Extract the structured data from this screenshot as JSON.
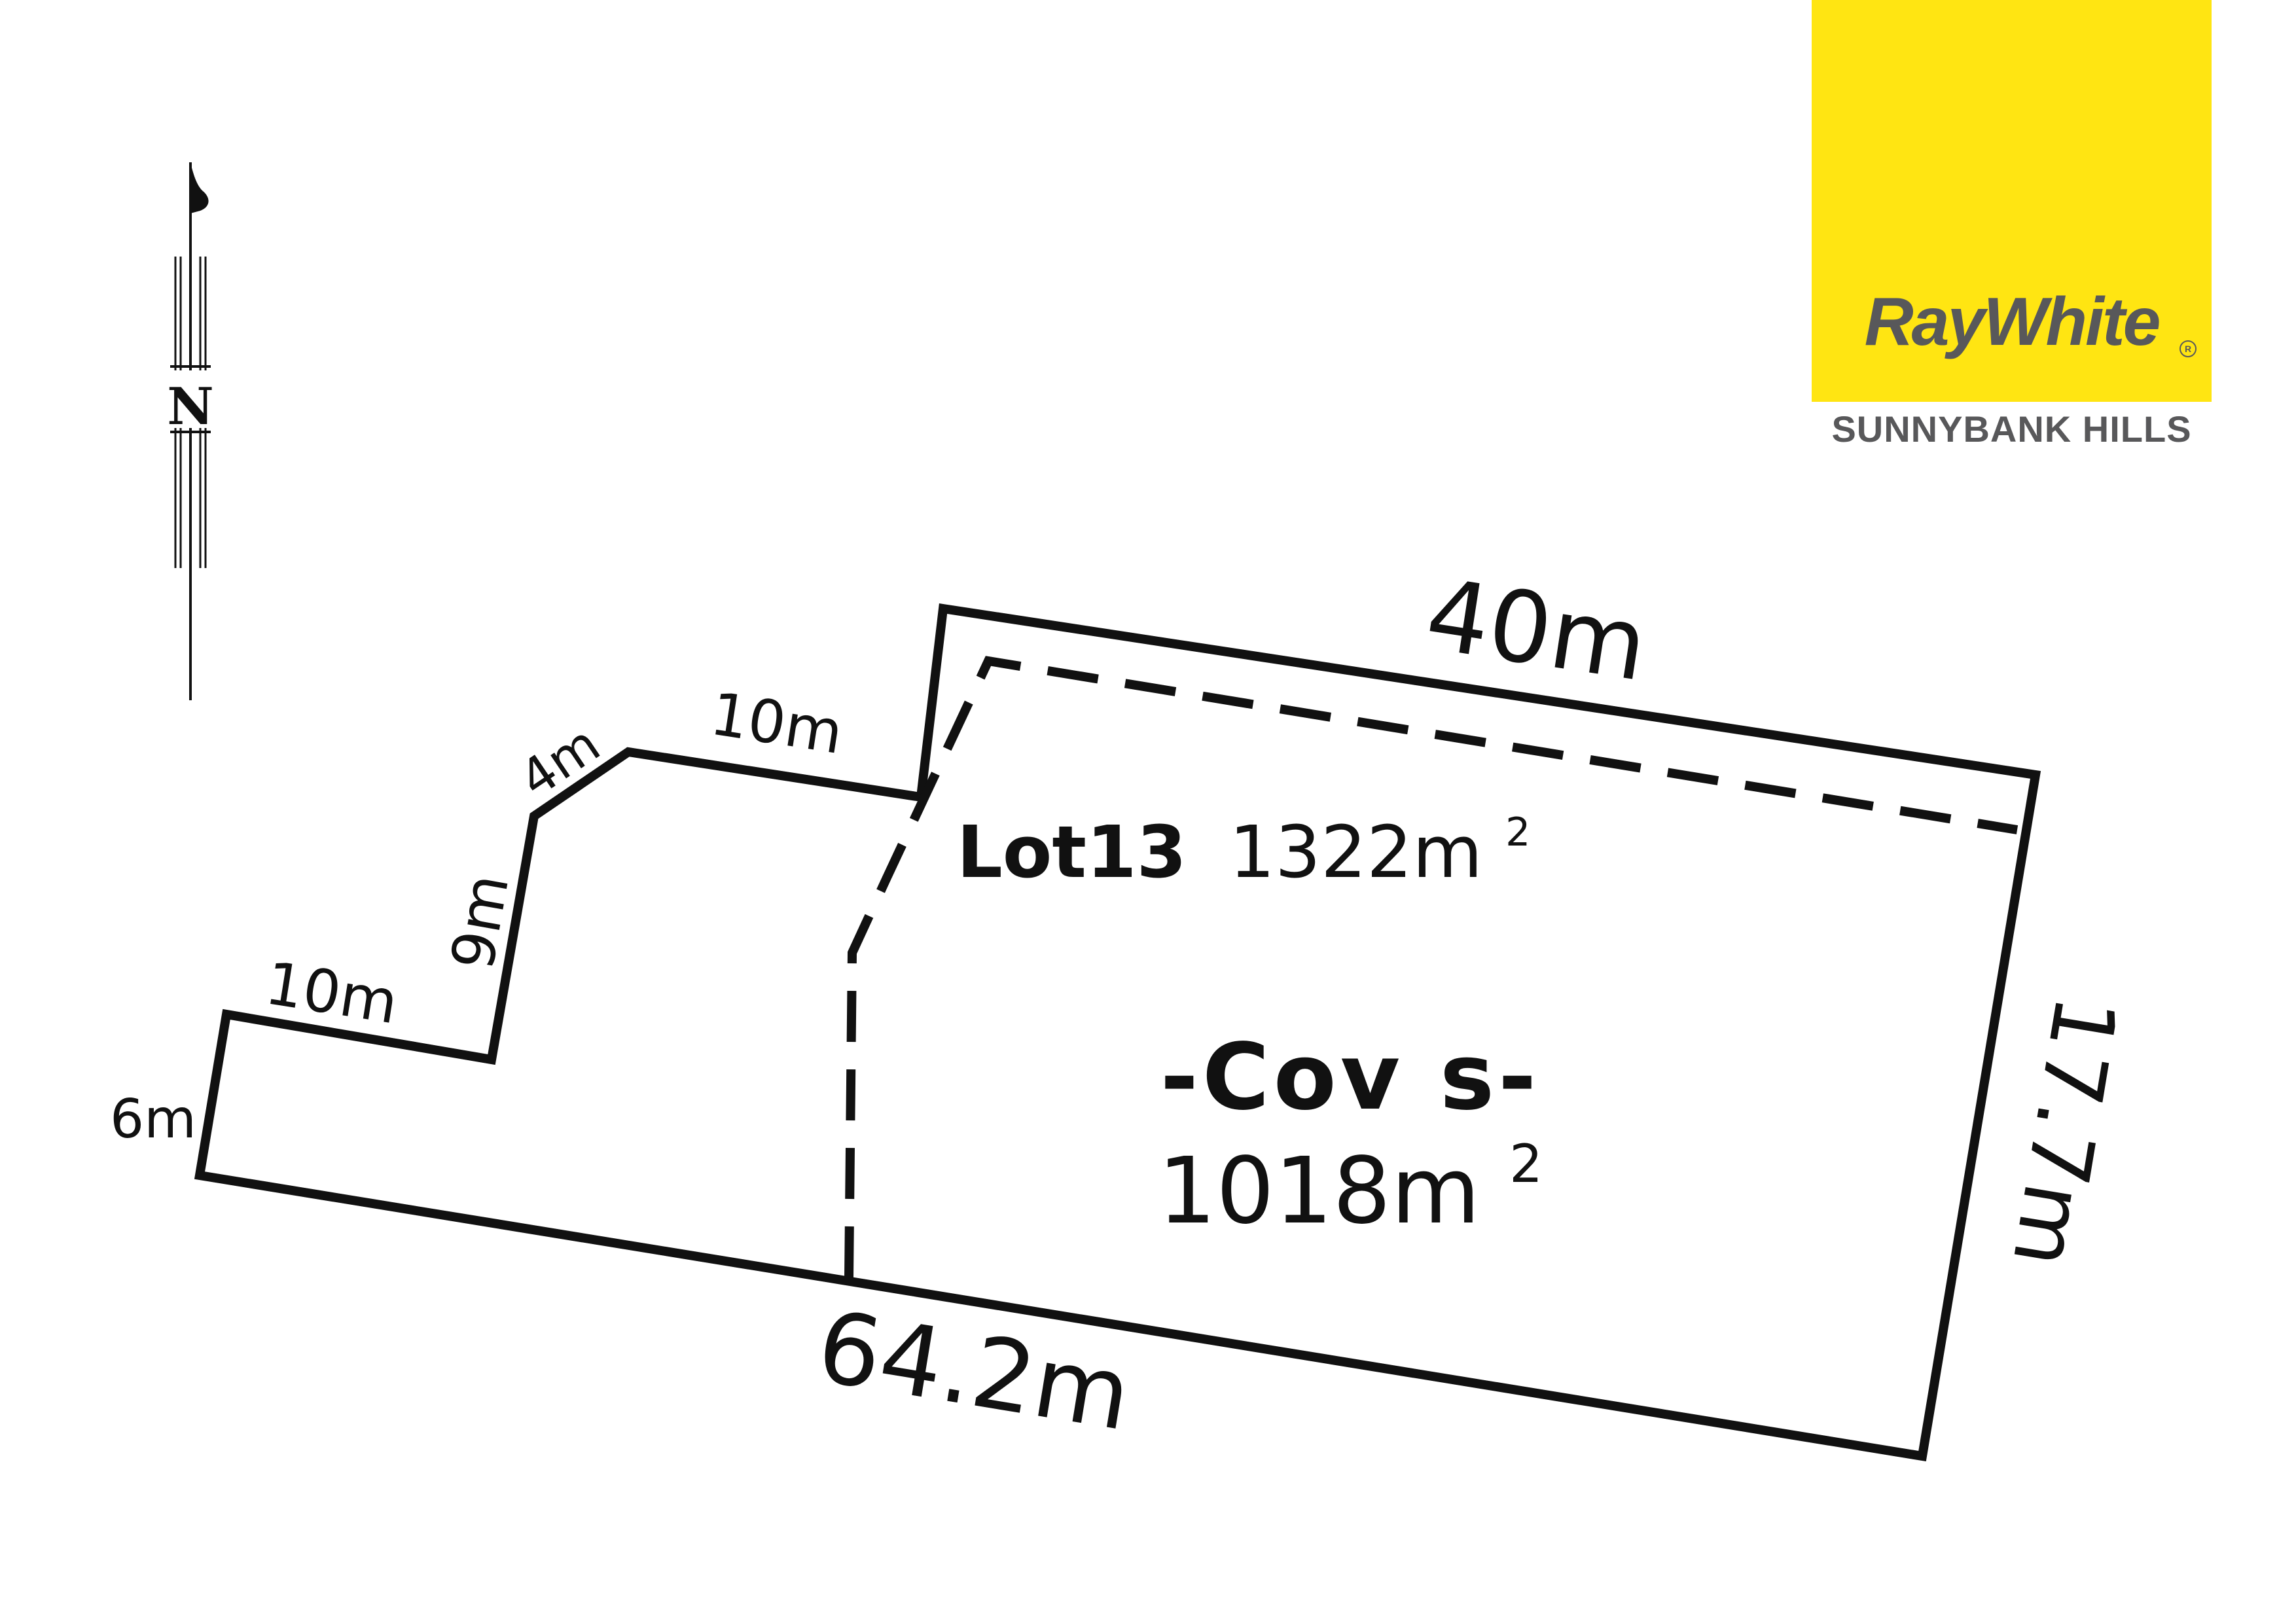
{
  "brand": {
    "name": "RayWhite",
    "office": "SUNNYBANK HILLS",
    "brand_color": "#ffe512",
    "text_color": "#58585a"
  },
  "compass": {
    "letter": "N",
    "icon": "north-arrow-icon"
  },
  "lot": {
    "name": "Lot13",
    "area": "1322m",
    "area_sup": "2"
  },
  "covenant": {
    "label": "-Cov s-",
    "area": "1018m",
    "area_sup": "2"
  },
  "dimensions": {
    "top": "40m",
    "bottom": "64.2m",
    "right": "17.7m",
    "left": "6m",
    "step_lower": "10m",
    "step_vertical": "9m",
    "step_diagonal": "4m",
    "step_upper": "10m"
  },
  "colors": {
    "line": "#111111",
    "background": "#ffffff"
  }
}
